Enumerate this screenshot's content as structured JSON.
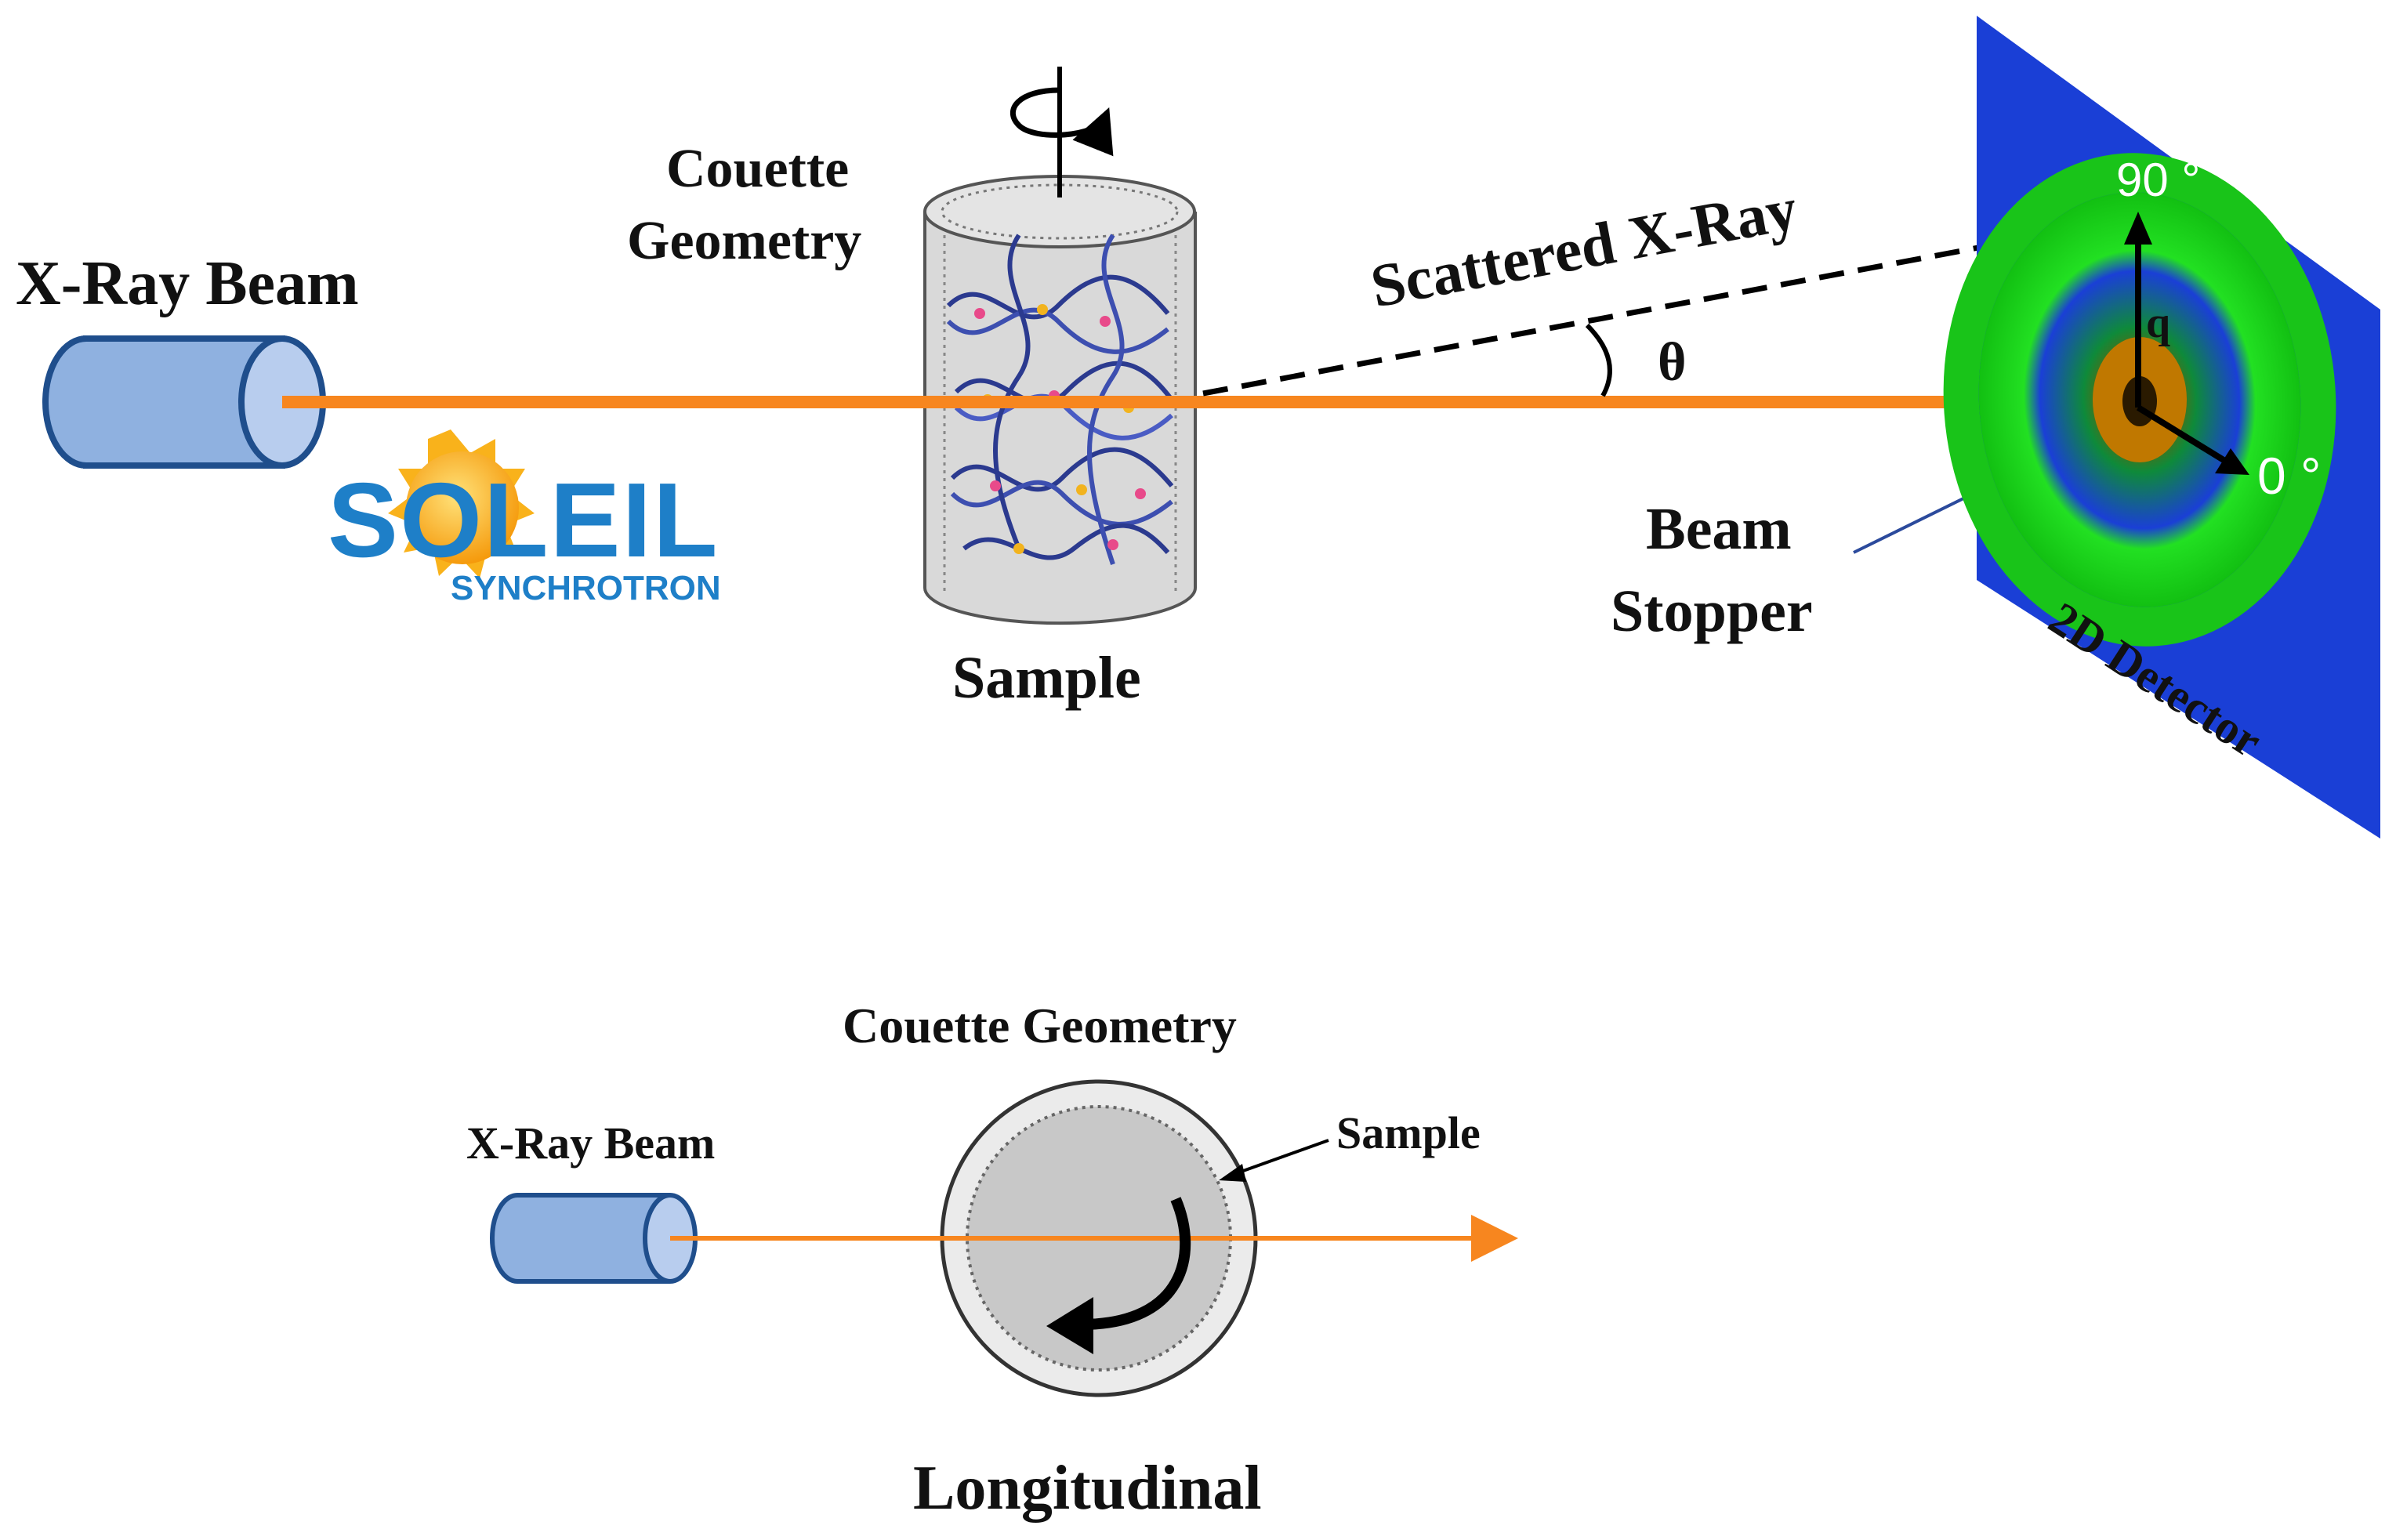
{
  "labels": {
    "xray_beam_top": "X-Ray Beam",
    "couette_geometry_line1": "Couette",
    "couette_geometry_line2": "Geometry",
    "sample_top": "Sample",
    "scattered_xray": "Scattered X-Ray",
    "theta": "θ",
    "beam_stopper_line1": "Beam",
    "beam_stopper_line2": "Stopper",
    "detector": "2D Detector",
    "angle_90": "90 °",
    "angle_0": "0 °",
    "q": "q",
    "xray_beam_bottom": "X-Ray Beam",
    "couette_geometry_bottom": "Couette Geometry",
    "sample_bottom": "Sample",
    "longitudinal": "Longitudinal"
  },
  "logo": {
    "name": "soleil-synchrotron-logo",
    "word": "SOLEIL",
    "subword": "SYNCHROTRON"
  },
  "colors": {
    "beam": "#F7861F",
    "tube_fill": "#8FB1E0",
    "tube_stroke": "#1F4E8C",
    "detector": "#1A3FD6",
    "ring_green": "#20E020",
    "logo_blue": "#1E7FC8",
    "sun": "#F9B21B"
  }
}
